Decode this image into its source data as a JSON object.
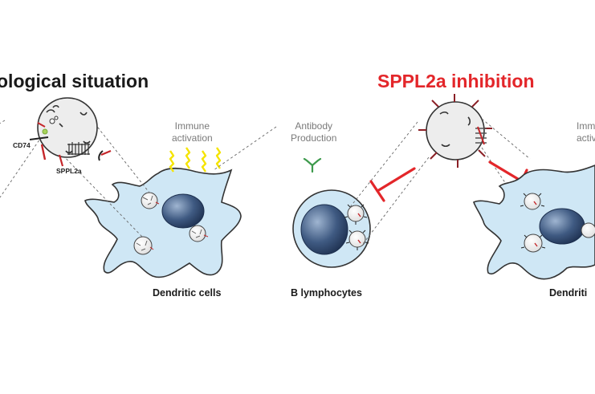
{
  "headings": {
    "left": "ological situation",
    "right": "SPPL2a inhibition"
  },
  "labels": {
    "immune_activation_left": "Immune\nactivation",
    "immune_activation_right": "Immu\nactiv",
    "antibody_production": "Antibody\nProduction",
    "cd74": "CD74",
    "sppl2a": "SPPL2a",
    "dendritic_cells_left": "Dendritic cells",
    "b_lymphocytes": "B lymphocytes",
    "dendritic_cells_right": "Dendriti"
  },
  "colors": {
    "cell_fill": "#cfe7f5",
    "vesicle_fill": "#efefef",
    "inhibition_red": "#e3262a",
    "spark_yellow": "#f5e400",
    "antibody_green": "#3d9a4c"
  }
}
